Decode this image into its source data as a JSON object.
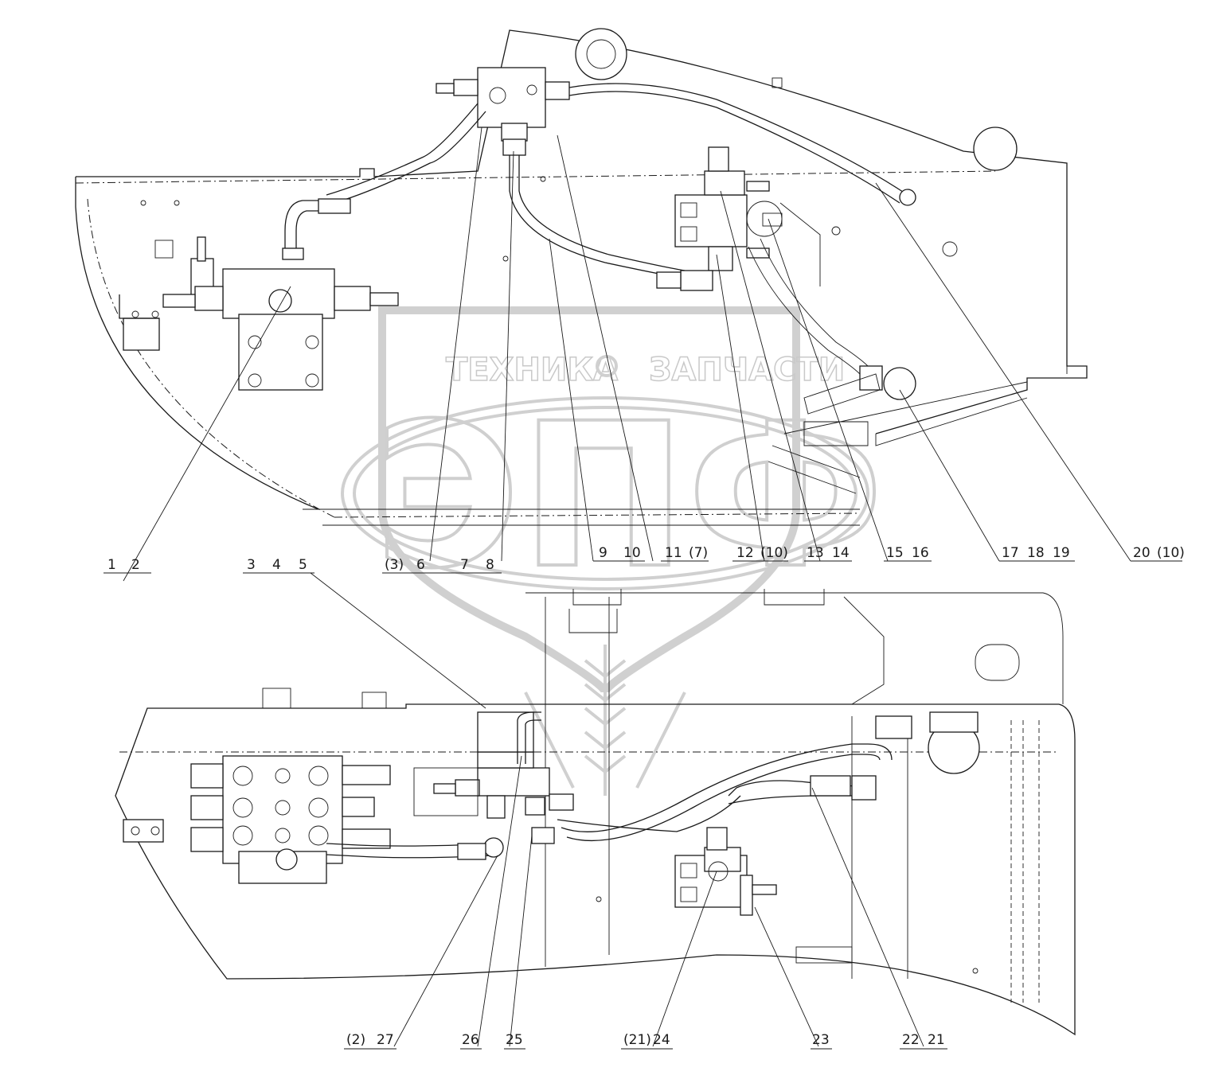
{
  "watermark": {
    "text_left": "ТЕХНИКА",
    "text_right": "ЗАПЧАСТИ",
    "logo_letters": "ЭПФ"
  },
  "callouts": {
    "c1": "1",
    "c2": "2",
    "c3": "3",
    "c4": "4",
    "c5": "5",
    "c3p": "(3)",
    "c6": "6",
    "c7": "7",
    "c8": "8",
    "c9": "9",
    "c10": "10",
    "c11": "11",
    "c7p": "(7)",
    "c12": "12",
    "c10p_a": "(10)",
    "c13": "13",
    "c14": "14",
    "c15": "15",
    "c16": "16",
    "c17": "17",
    "c18": "18",
    "c19": "19",
    "c20": "20",
    "c10p_b": "(10)",
    "c2p": "(2)",
    "c27": "27",
    "c26": "26",
    "c25": "25",
    "c21p": "(21)",
    "c24": "24",
    "c23": "23",
    "c22": "22",
    "c21": "21"
  }
}
